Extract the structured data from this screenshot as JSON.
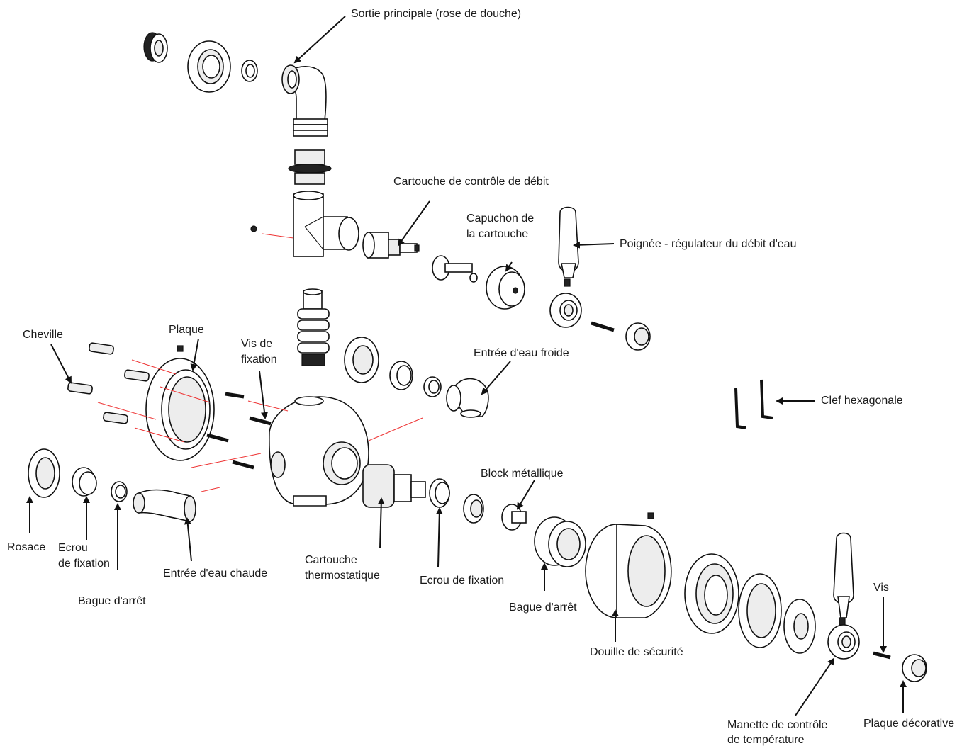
{
  "labels": {
    "sortie_principale": "Sortie principale (rose de douche)",
    "cartouche_debit": "Cartouche de contrôle de débit",
    "capuchon_1": "Capuchon de",
    "capuchon_2": "la cartouche",
    "poignee": "Poignée - régulateur du débit d'eau",
    "cheville": "Cheville",
    "plaque": "Plaque",
    "vis_fixation_1": "Vis de",
    "vis_fixation_2": "fixation",
    "entree_froide": "Entrée d'eau froide",
    "clef": "Clef hexagonale",
    "block": "Block métallique",
    "rosace": "Rosace",
    "ecrou_1": "Ecrou",
    "ecrou_2": "de fixation",
    "bague_arret_left": "Bague d'arrêt",
    "entree_chaude": "Entrée d'eau chaude",
    "cartouche_thermo_1": "Cartouche",
    "cartouche_thermo_2": "thermostatique",
    "ecrou_fixation": "Ecrou de fixation",
    "bague_arret_right": "Bague d'arrêt",
    "douille": "Douille de sécurité",
    "vis": "Vis",
    "manette_1": "Manette de contrôle",
    "manette_2": "de température",
    "plaque_decorative": "Plaque décorative"
  }
}
